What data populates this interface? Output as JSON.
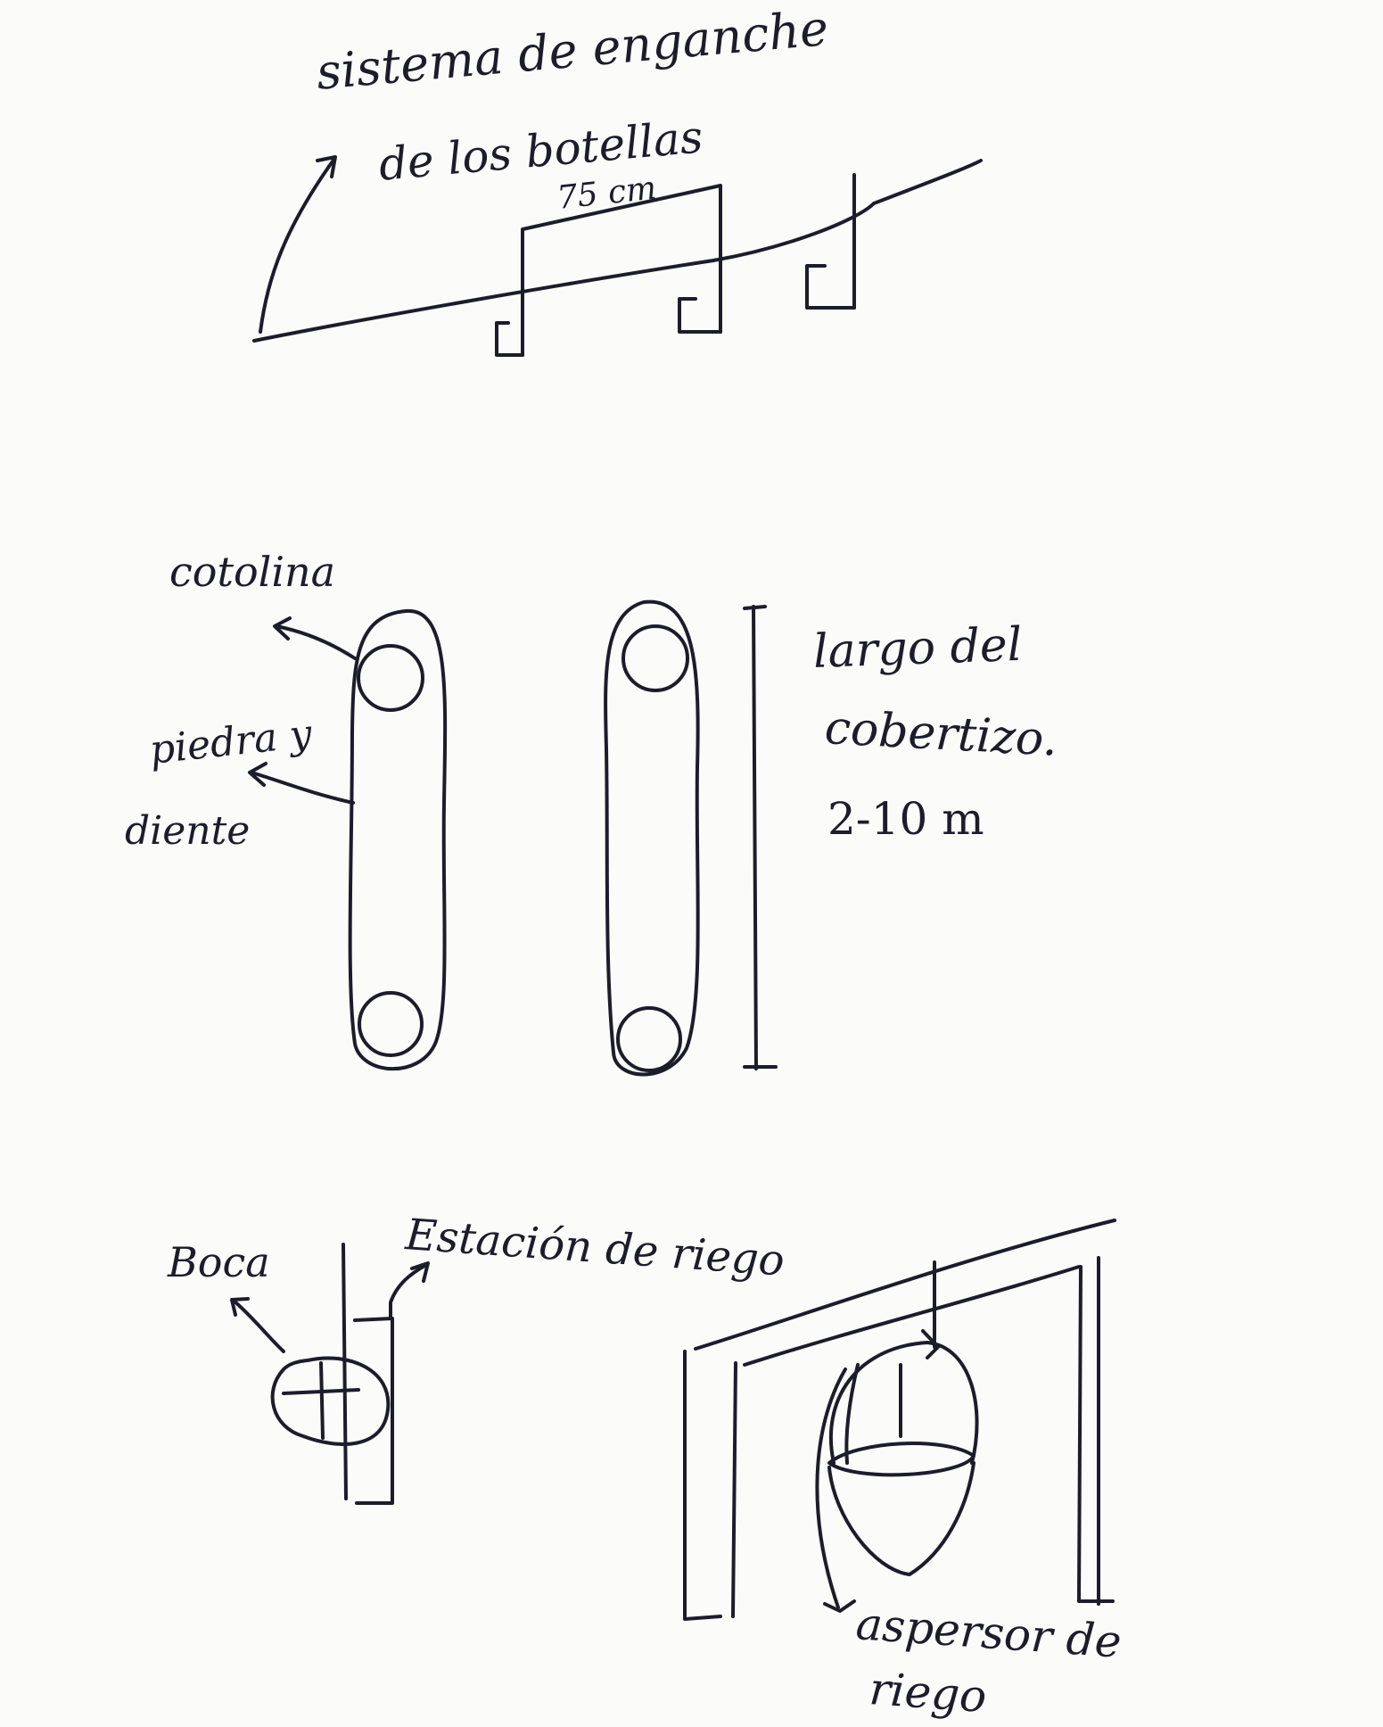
{
  "labels": {
    "title_line1": "sistema de enganche",
    "title_line2": "de los botellas",
    "dimension_top": "75 cm",
    "cotolina": "cotolina",
    "piedra_line1": "piedra y",
    "piedra_line2": "diente",
    "largo_line1": "largo del",
    "largo_line2": "cobertizo.",
    "largo_range": "2-10 m",
    "boca": "Boca",
    "estacion": "Estación de riego",
    "aspersor_line1": "aspersor de",
    "aspersor_line2": "riego"
  },
  "colors": {
    "ink": "#1d1c2a",
    "paper": "#fbfbf9"
  }
}
